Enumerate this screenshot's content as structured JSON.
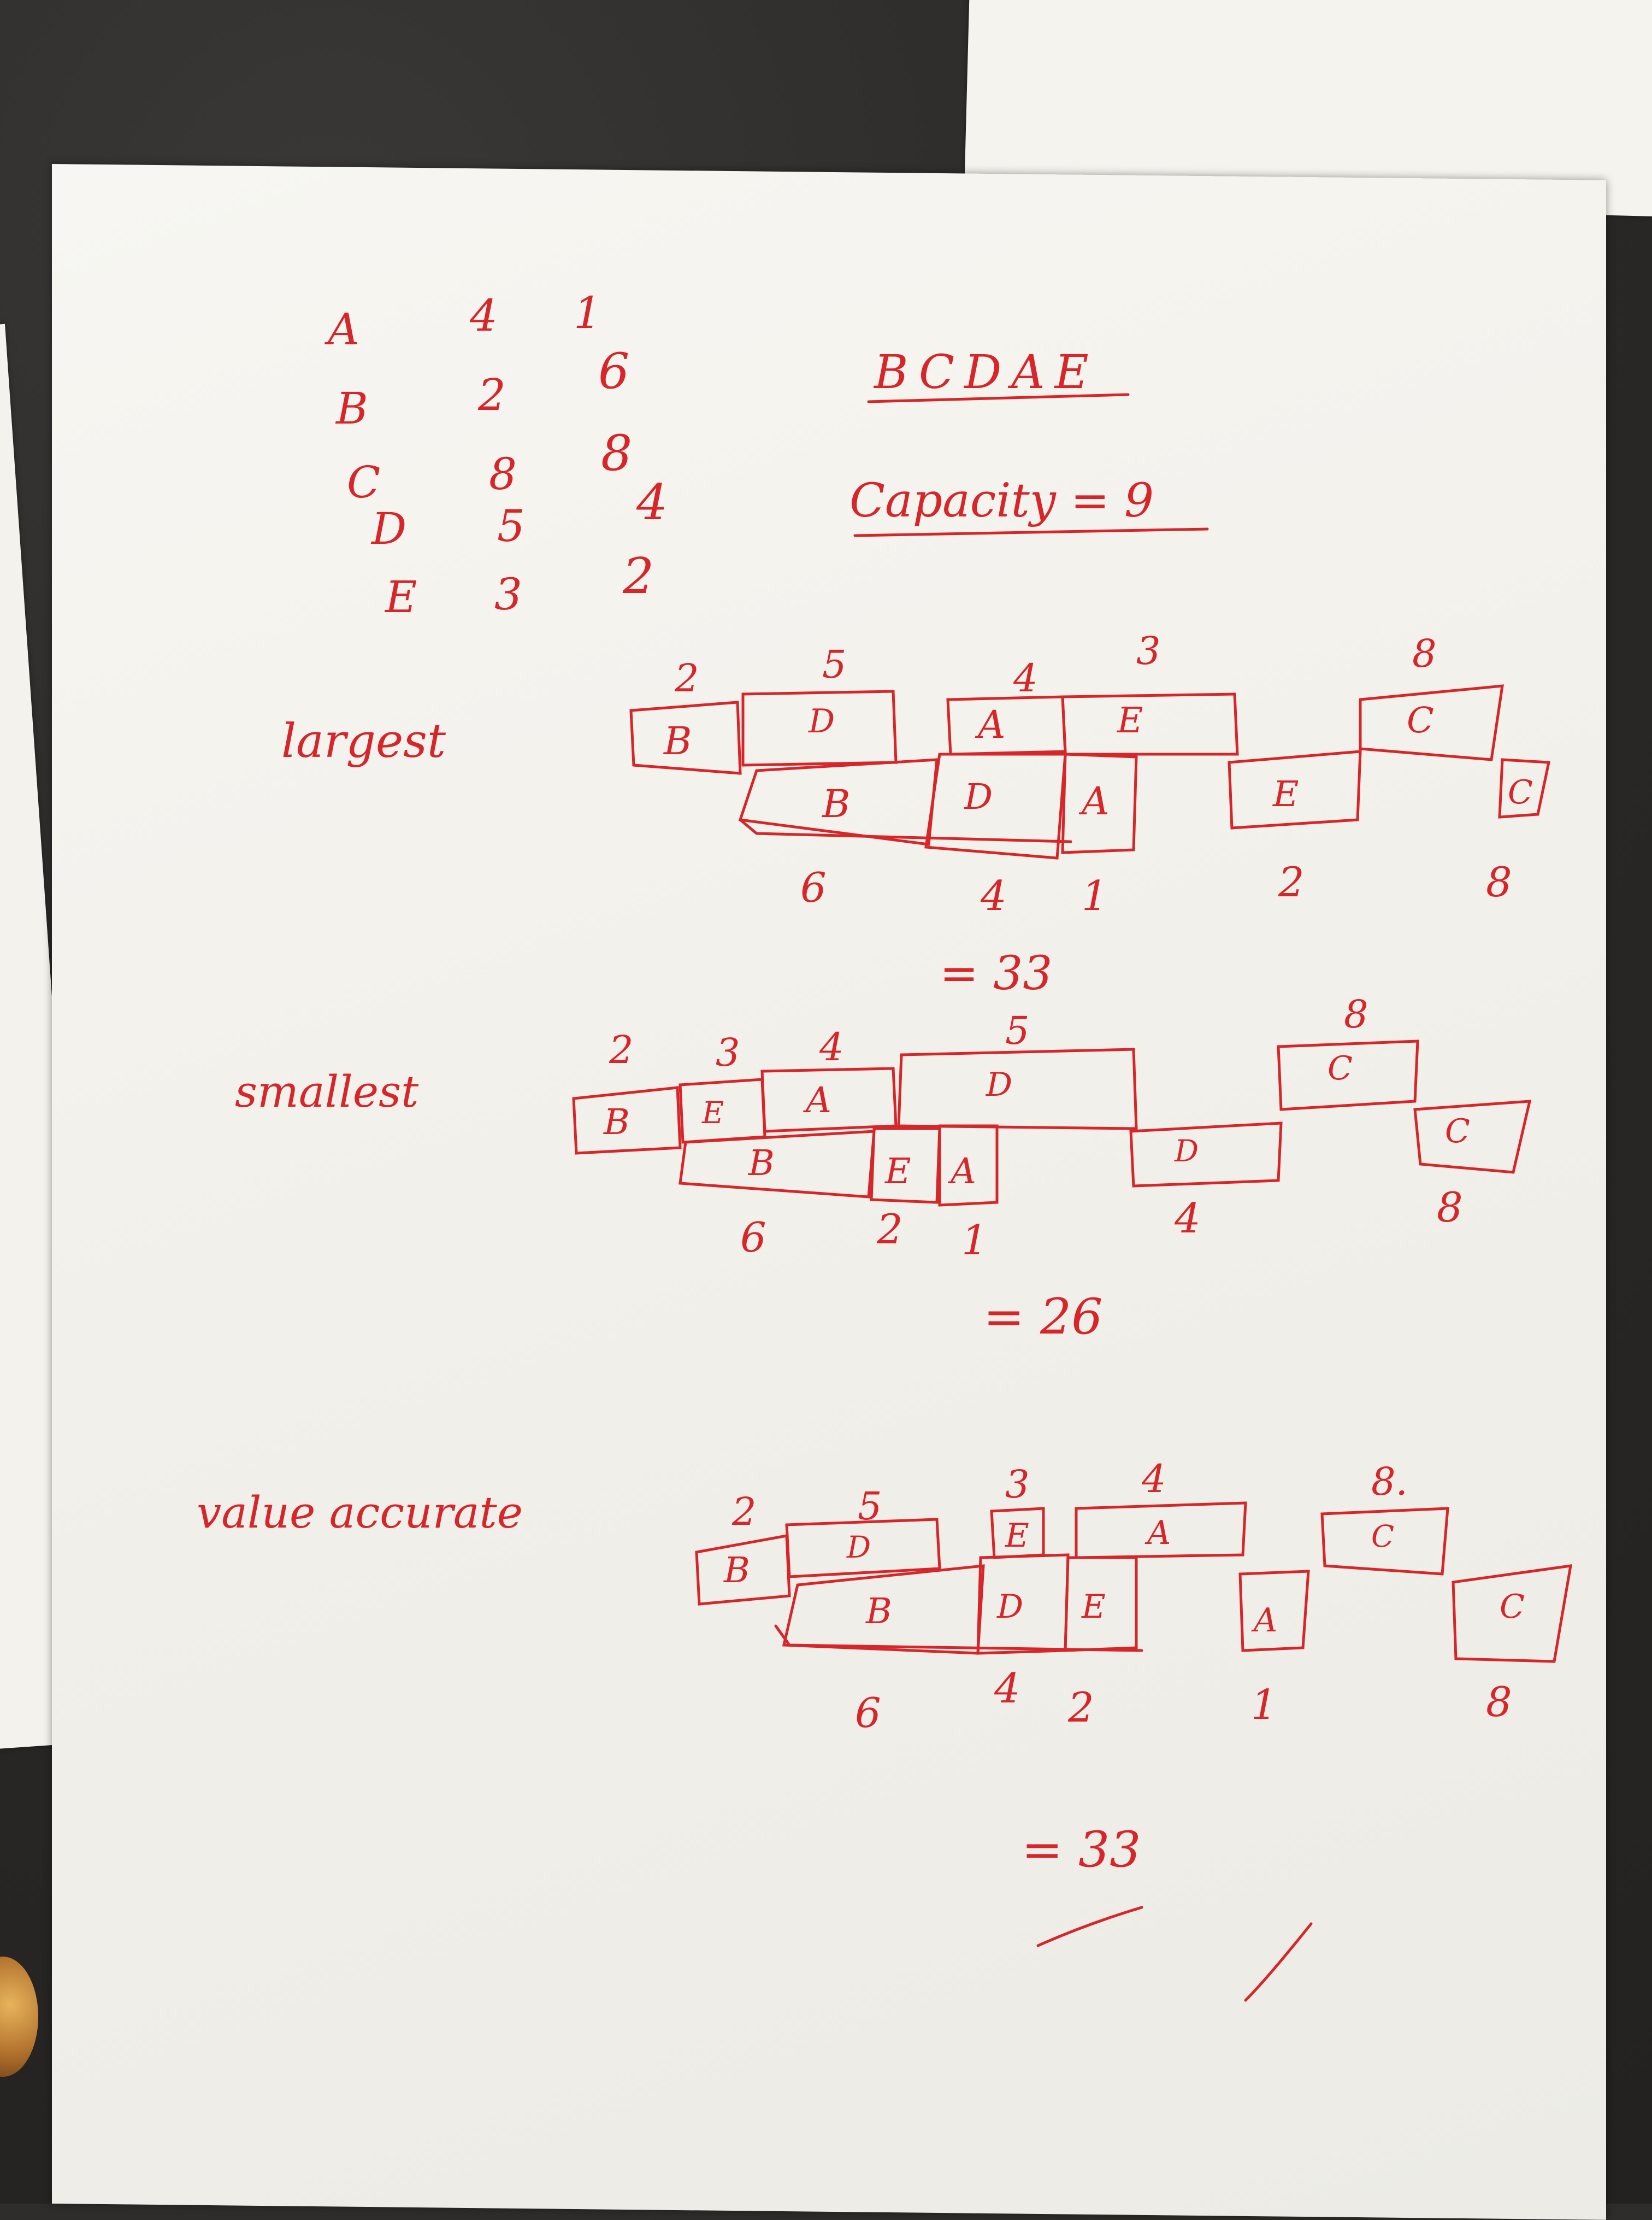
{
  "table": {
    "rows": [
      {
        "item": "A",
        "size": "4",
        "value": "1"
      },
      {
        "item": "B",
        "size": "2",
        "value": "6"
      },
      {
        "item": "C",
        "size": "8",
        "value": "8"
      },
      {
        "item": "D",
        "size": "5",
        "value": "4"
      },
      {
        "item": "E",
        "size": "3",
        "value": "2"
      }
    ]
  },
  "header": {
    "order": "BCDAE",
    "capacity": "Capacity = 9"
  },
  "sections": [
    {
      "label": "largest",
      "top_boxes": [
        {
          "label": "B",
          "weight": "2"
        },
        {
          "label": "D",
          "weight": "5"
        },
        {
          "label": "A",
          "weight": "4"
        },
        {
          "label": "E",
          "weight": "3"
        },
        {
          "label": "C",
          "weight": "8"
        }
      ],
      "bottom_boxes": [
        {
          "label": "B",
          "value": "6"
        },
        {
          "label": "D",
          "value": "4"
        },
        {
          "label": "A",
          "value": "1"
        },
        {
          "label": "E",
          "value": "2"
        },
        {
          "label": "C",
          "value": "8"
        }
      ],
      "total": "= 33"
    },
    {
      "label": "smallest",
      "top_boxes": [
        {
          "label": "B",
          "weight": "2"
        },
        {
          "label": "E",
          "weight": "3"
        },
        {
          "label": "A",
          "weight": "4"
        },
        {
          "label": "D",
          "weight": "5"
        },
        {
          "label": "C",
          "weight": "8"
        }
      ],
      "bottom_boxes": [
        {
          "label": "B",
          "value": "6"
        },
        {
          "label": "E",
          "value": "2"
        },
        {
          "label": "A",
          "value": "1"
        },
        {
          "label": "D",
          "value": "4"
        },
        {
          "label": "C",
          "value": "8"
        }
      ],
      "total": "= 26"
    },
    {
      "label": "value accurate",
      "top_boxes": [
        {
          "label": "B",
          "weight": "2"
        },
        {
          "label": "D",
          "weight": "5"
        },
        {
          "label": "E",
          "weight": "3"
        },
        {
          "label": "A",
          "weight": "4"
        },
        {
          "label": "C",
          "weight": "8."
        }
      ],
      "bottom_boxes": [
        {
          "label": "B",
          "value": "6"
        },
        {
          "label": "D",
          "value": "4"
        },
        {
          "label": "E",
          "value": "2"
        },
        {
          "label": "A",
          "value": "1"
        },
        {
          "label": "C",
          "value": "8"
        }
      ],
      "total": "= 33"
    }
  ],
  "colors": {
    "ink": "#d7262a",
    "paper": "#f4f2ed",
    "desk": "#2f2d2b"
  }
}
